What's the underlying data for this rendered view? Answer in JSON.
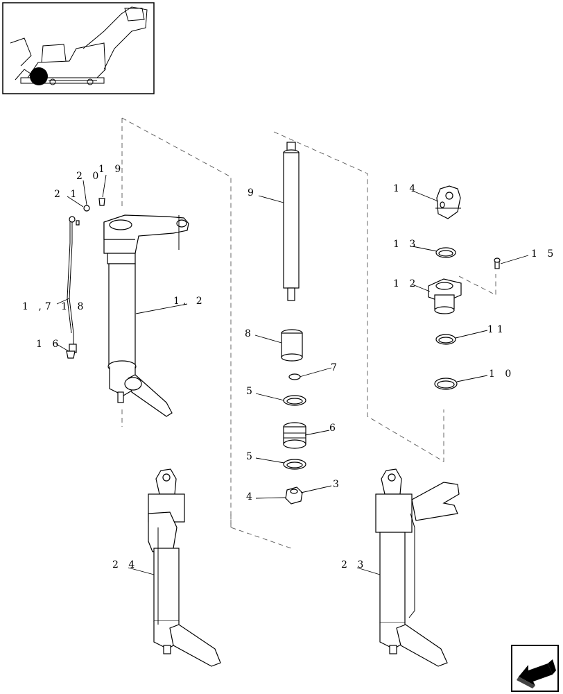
{
  "diagram": {
    "inset_label": "machine-location-inset",
    "callouts": {
      "c1_2": "1, 2",
      "c3": "3",
      "c4": "4",
      "c5a": "5",
      "c5b": "5",
      "c6": "6",
      "c7": "7",
      "c8": "8",
      "c9": "9",
      "c10": "1 0",
      "c11": "11",
      "c12": "1 2",
      "c13": "1 3",
      "c14": "1 4",
      "c15": "1 5",
      "c16": "1 6",
      "c17_18": "1 ,7 1 8",
      "c19": "1 9",
      "c20": "2 0",
      "c21": "2 1",
      "c23": "2 3",
      "c24": "2 4"
    },
    "nav_icon": "arrow-left-icon"
  }
}
